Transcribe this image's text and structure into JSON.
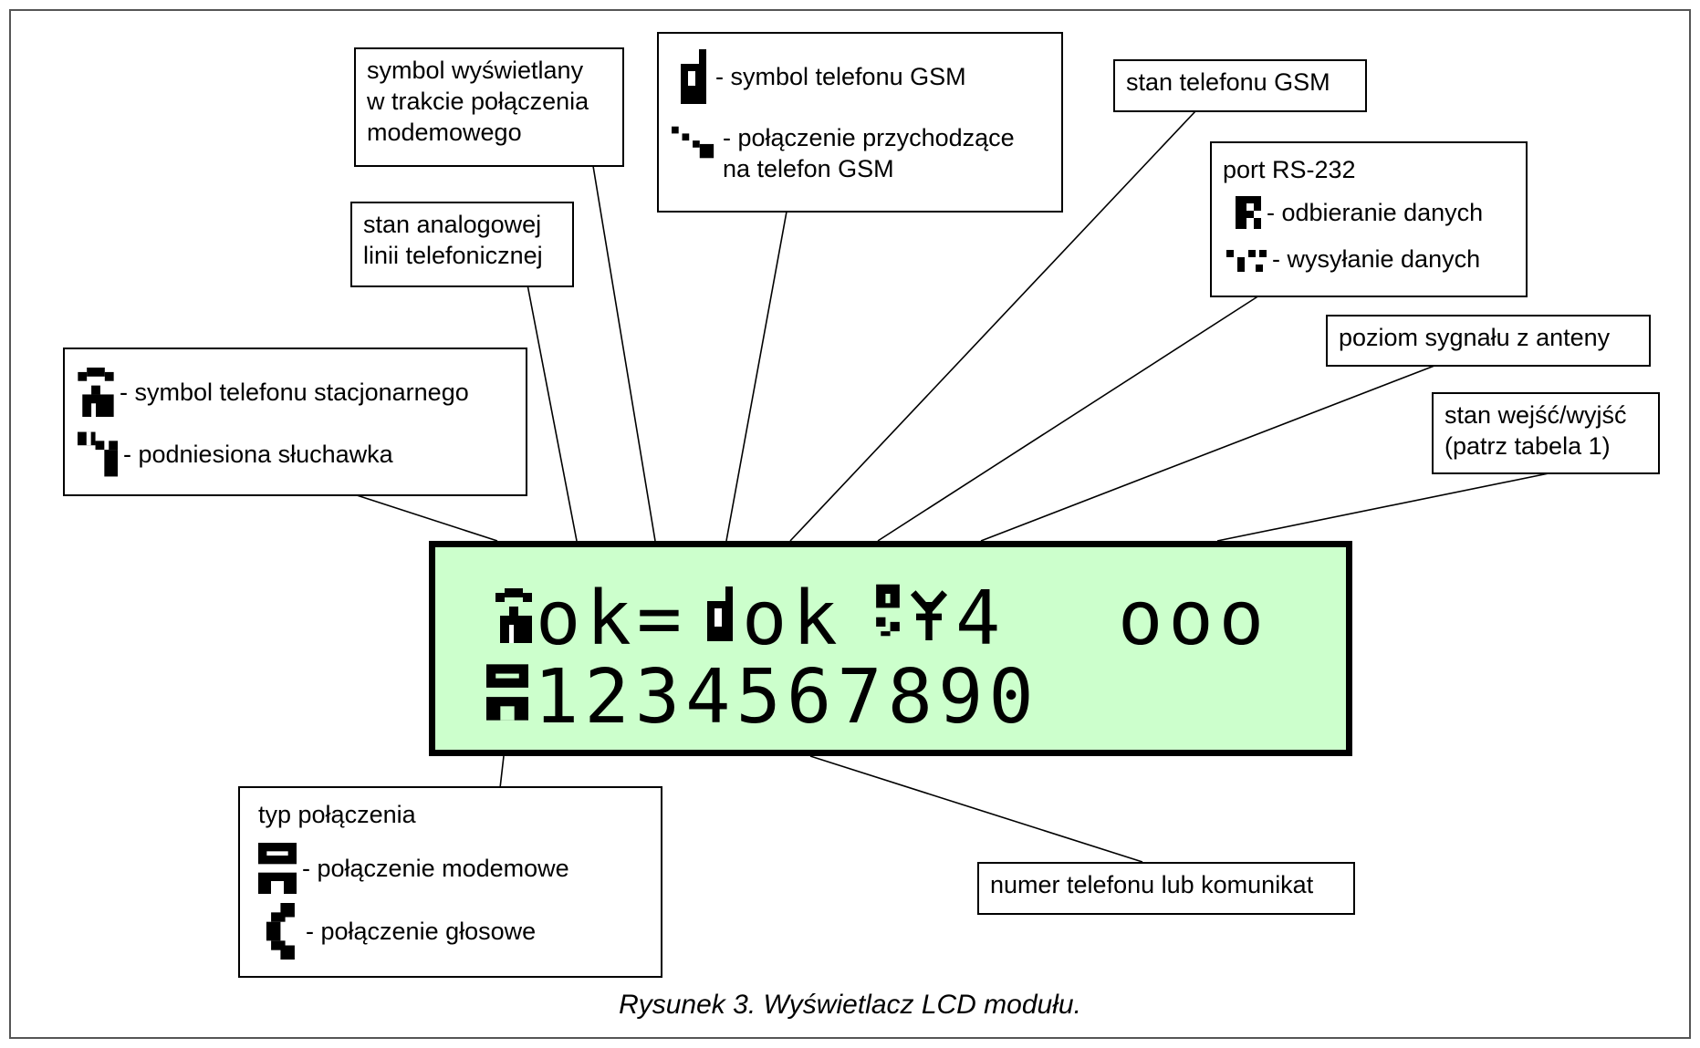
{
  "labels": {
    "modem_symbol": [
      "symbol wyświetlany",
      "w trakcie połączenia",
      "modemowego"
    ],
    "gsm_symbol": "- symbol telefonu GSM",
    "gsm_incoming": [
      "- połączenie przychodzące",
      "na telefon GSM"
    ],
    "gsm_state": "stan telefonu GSM",
    "analog_line": [
      "stan analogowej",
      "linii telefonicznej"
    ],
    "port_title": "port RS-232",
    "port_rx": "- odbieranie danych",
    "port_tx": "- wysyłanie danych",
    "signal": "poziom sygnału z anteny",
    "io_state": [
      "stan wejść/wyjść",
      "(patrz tabela 1)"
    ],
    "landline_symbol": "- symbol telefonu stacjonarnego",
    "handset_up": "- podniesiona słuchawka",
    "connection_type": "typ połączenia",
    "modem_connection": "- połączenie modemowe",
    "voice_connection": "- połączenie głosowe",
    "number_message": "numer telefonu lub komunikat"
  },
  "lcd": {
    "line1_a": "ok=",
    "line1_b": "ok",
    "line1_c": "4",
    "line1_d": "ooo",
    "line2": "1234567890",
    "background_color": "#ccffcc"
  },
  "icons": [
    "landline-phone-icon",
    "handset-lifted-icon",
    "gsm-phone-icon",
    "gsm-incoming-icon",
    "rs232-receive-icon",
    "rs232-send-icon",
    "modem-connection-icon",
    "voice-connection-icon",
    "antenna-signal-icon"
  ],
  "caption": "Rysunek 3. Wyświetlacz LCD modułu."
}
